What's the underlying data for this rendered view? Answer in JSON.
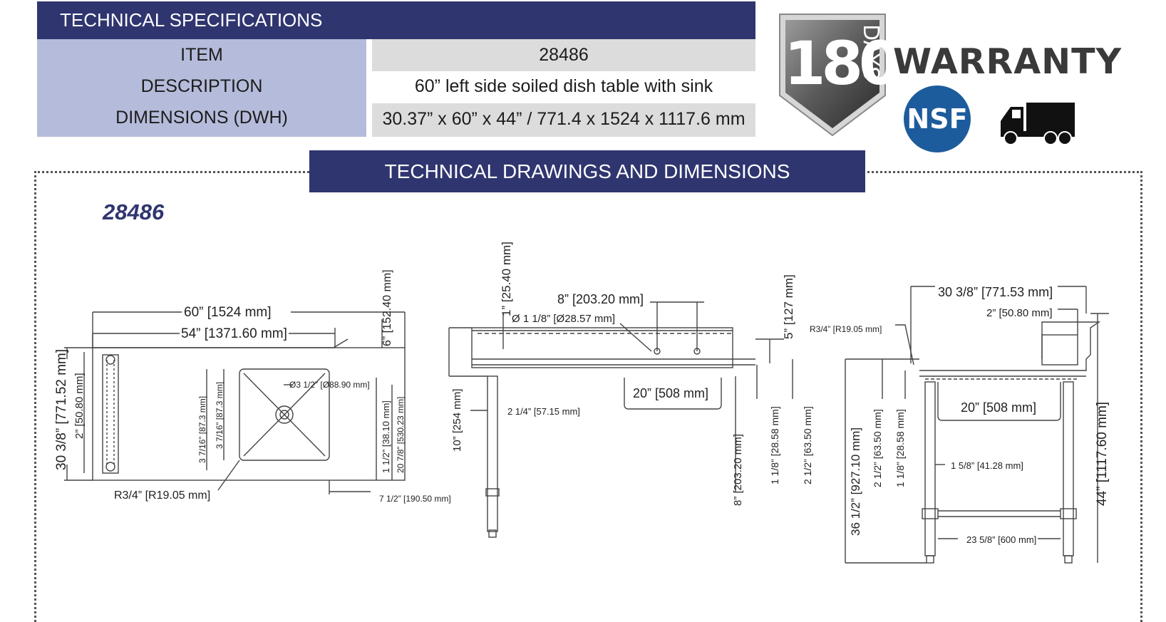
{
  "specs": {
    "header": "TECHNICAL SPECIFICATIONS",
    "rows": [
      {
        "label": "ITEM",
        "value": "28486"
      },
      {
        "label": "DESCRIPTION",
        "value": "60” left side soiled dish table with sink"
      },
      {
        "label": "DIMENSIONS (DWH)",
        "value": "30.37” x 60” x 44” / 771.4 x 1524 x 1117.6 mm"
      }
    ]
  },
  "badges": {
    "days_number": "180",
    "days_word": "DAYS",
    "warranty": "WARRANTY",
    "nsf": "NSF",
    "truck_icon": "truck-icon"
  },
  "drawings": {
    "header": "TECHNICAL DRAWINGS AND DIMENSIONS",
    "model": "28486",
    "top_view": {
      "overall_width": "60” [1524 mm]",
      "drainboard_width": "54” [1371.60 mm]",
      "depth": "30 3/8” [771.52 mm]",
      "drain_strip": "2” [50.80 mm]",
      "backsplash": "6” [152.40 mm]",
      "drain_hole": "Ø3 1/2” [Ø88.90 mm]",
      "sink_offset_a": "3 7/16” [87.3 mm]",
      "sink_offset_b": "3 7/16” [87.3 mm]",
      "front_lip": "1 1/2” [38.10 mm]",
      "sink_depth": "20 7/8” [530.23 mm]",
      "corner_radius": "R3/4” [R19.05 mm]",
      "right_edge": "7 1/2” [190.50 mm]"
    },
    "front_view": {
      "top_rise": "1” [25.40 mm]",
      "faucet_spacing": "8” [203.20 mm]",
      "faucet_hole": "Ø 1 1/8” [Ø28.57 mm]",
      "backsplash_height": "5” [127 mm]",
      "sink_width": "20” [508 mm]",
      "leg_inset": "2 1/4” [57.15 mm]",
      "bowl_depth": "10” [254 mm]",
      "bowl_bottom": "8” [203.20 mm]",
      "edge_a": "1 1/8” [28.58 mm]",
      "edge_b": "2 1/2” [63.50 mm]"
    },
    "side_view": {
      "depth": "30 3/8” [771.53 mm]",
      "splash_depth": "2” [50.80 mm]",
      "corner_radius": "R3/4” [R19.05 mm]",
      "sink_width": "20” [508 mm]",
      "work_height": "36 1/2” [927.10 mm]",
      "edge_b": "2 1/2” [63.50 mm]",
      "edge_a": "1 1/8” [28.58 mm]",
      "leg_offset": "1 5/8” [41.28 mm]",
      "overall_height": "44” [1117.60 mm]",
      "leg_spacing": "23 5/8” [600 mm]"
    }
  },
  "colors": {
    "navy": "#2f356f",
    "lavender": "#b5bbda",
    "gray_row": "#dcdcdc",
    "nsf_blue": "#1d5c9c"
  }
}
